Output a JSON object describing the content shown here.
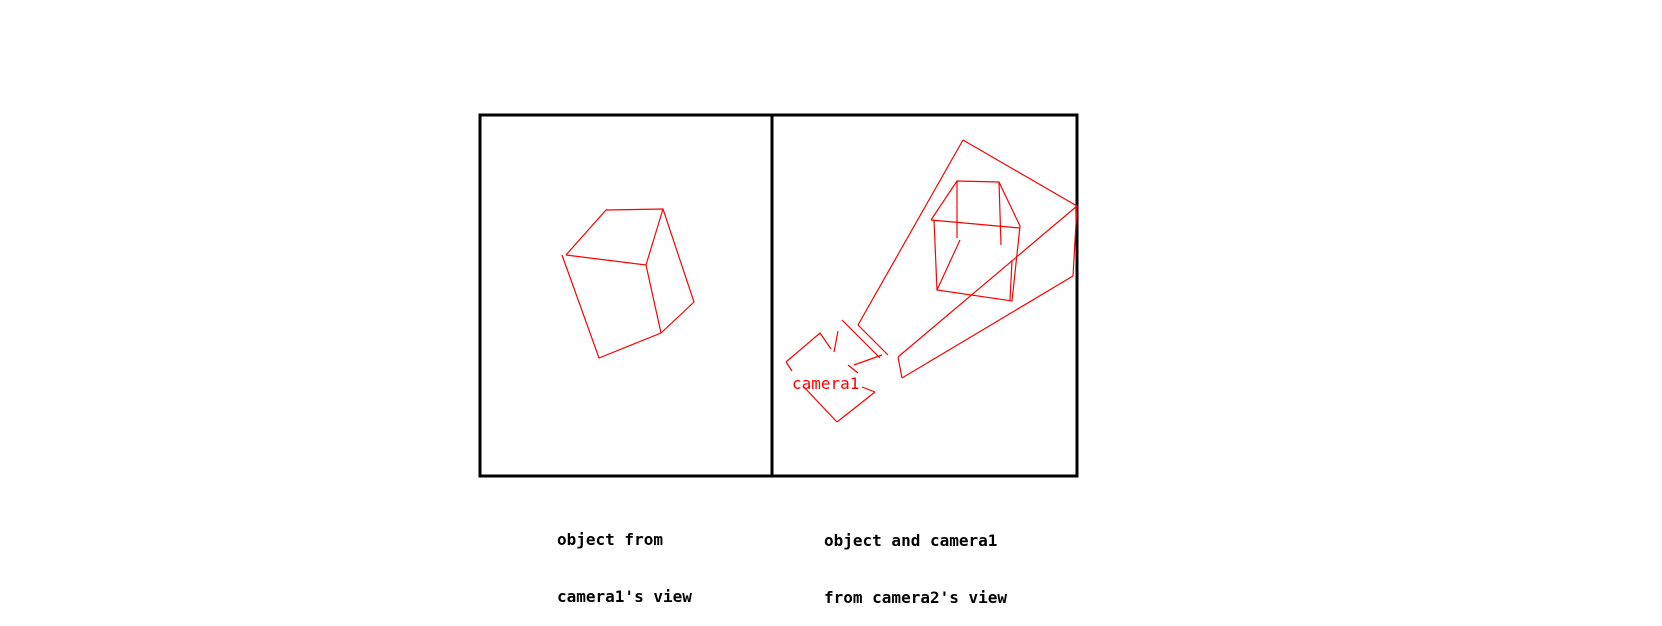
{
  "colors": {
    "frame": "#000000",
    "sketch": "#ff0000",
    "background": "#ffffff"
  },
  "captions": {
    "left_line1": "object from",
    "left_line2": "camera1's view",
    "right_line1": "object and camera1",
    "right_line2": "from camera2's view"
  },
  "labels": {
    "camera1": "camera1"
  }
}
